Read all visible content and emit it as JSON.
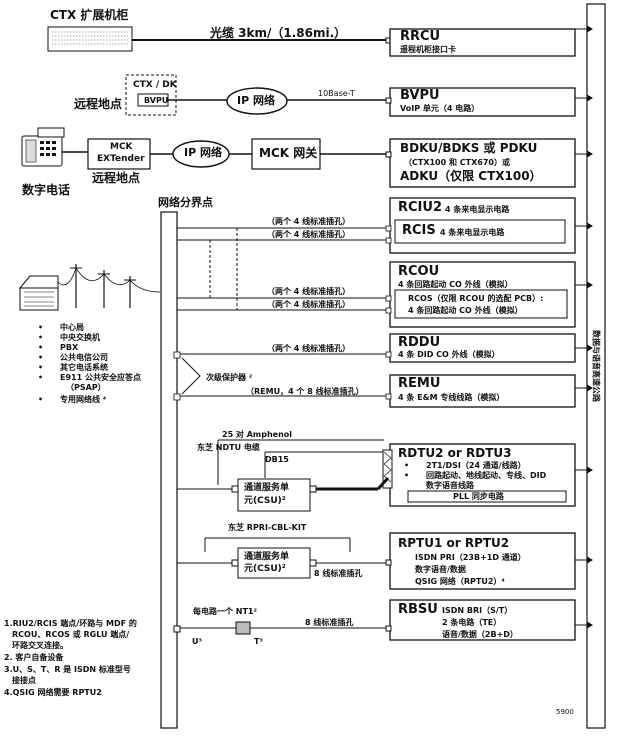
{
  "top": {
    "ctx_cabinet": "CTX 扩展机柜",
    "fiber_cable": "光缆 3km/（1.86mi.）",
    "ctx_dk": "CTX / DK",
    "bvpu_small": "BVPU",
    "remote_site_1": "远程地点",
    "ip_network_1": "IP 网络",
    "tenbase": "10Base-T",
    "mck_extender_1": "MCK",
    "mck_extender_2": "EXTender",
    "remote_site_2": "远程地点",
    "ip_network_2": "IP 网络",
    "mck_gateway": "MCK 网关",
    "digital_phone": "数字电话"
  },
  "cards": {
    "rrcu_title": "RRCU",
    "rrcu_sub": "遥程机柜接口卡",
    "bvpu_title": "BVPU",
    "bvpu_sub": "VoIP 单元（4 电路）",
    "bdku_title": "BDKU/BDKS 或 PDKU",
    "bdku_sub": "（CTX100 和 CTX670）或",
    "adku": "ADKU（仅限 CTX100）",
    "rciu2_title": "RCIU2",
    "rciu2_sub": "4 条来电显示电路",
    "rcis_title": "RCIS",
    "rcis_sub": "4 条来电显示电路",
    "rcou_title": "RCOU",
    "rcou_sub": "4 条回路起动 CO 外线（模拟）",
    "rcos_line1": "RCOS（仅限 RCOU 的选配 PCB）:",
    "rcos_line2": "4 条回路起动 CO 外线（模拟）",
    "rddu_title": "RDDU",
    "rddu_sub": "4 条 DID CO 外线（模拟）",
    "remu_title": "REMU",
    "remu_sub": "4 条 E&M 专线线路（模拟）",
    "rdtu_title": "RDTU2 or RDTU3",
    "rdtu_b1": "2T1/DSI（24 通道/线路）",
    "rdtu_b2": "回路起动、地线起动、专线、DID",
    "rdtu_b3": "数字语音线路",
    "pll": "PLL 同步电路",
    "rptu_title": "RPTU1 or RPTU2",
    "rptu_l1": "ISDN PRI（23B+1D 通道）",
    "rptu_l2": "数字语音/数据",
    "rptu_l3": "QSIG 网络（RPTU2）⁴",
    "rbsu_title": "RBSU",
    "rbsu_l1": "ISDN BRI（S/T）",
    "rbsu_l2": "2 条电路（TE）",
    "rbsu_l3": "语音/数据（2B+D）"
  },
  "mid": {
    "demarc": "网络分界点",
    "jack_2x4_a": "（两个 4 线标准插孔）",
    "jack_2x4_b": "（两个 4 线标准插孔）",
    "jack_2x4_c": "（两个 4 线标准插孔）",
    "jack_2x4_d": "（两个 4 线标准插孔）",
    "jack_2x4_e": "（两个 4 线标准插孔）",
    "secondary_protector": "次级保护器 ²",
    "remu_jack": "（REMU，4 个 8 线标准插孔）",
    "amphenol": "25 对 Amphenol",
    "toshiba_ndtu": "东芝 NDTU 电缆",
    "db15": "DB15",
    "csu_1a": "通道服务单",
    "csu_1b": "元(CSU)²",
    "rpri_cable": "东芝 RPRI-CBL-KIT",
    "csu_2a": "通道服务单",
    "csu_2b": "元(CSU)²",
    "jack_8_a": "8 线标准插孔",
    "nt1": "每电路一个 NT1²",
    "jack_8_b": "8 线标准插孔",
    "u3": "U³",
    "t3": "T³",
    "bus_label": "数据与语音高速公路",
    "fig_no": "5900"
  },
  "legend": [
    "中心局",
    "中央交换机",
    "PBX",
    "公共电信公司",
    "其它电话系统",
    "E911 公共安全应答点",
    "（PSAP）",
    "专用网络线 ⁴"
  ],
  "notes": [
    "1.RIU2/RCIS 端点/环路与 MDF 的",
    "RCOU、RCOS 或 RGLU 端点/",
    "环路交叉连接。",
    "2. 客户自备设备",
    "3.U、S、T、R 是 ISDN 标准型号",
    "接接点",
    "4.QSIG 网络需要 RPTU2"
  ]
}
